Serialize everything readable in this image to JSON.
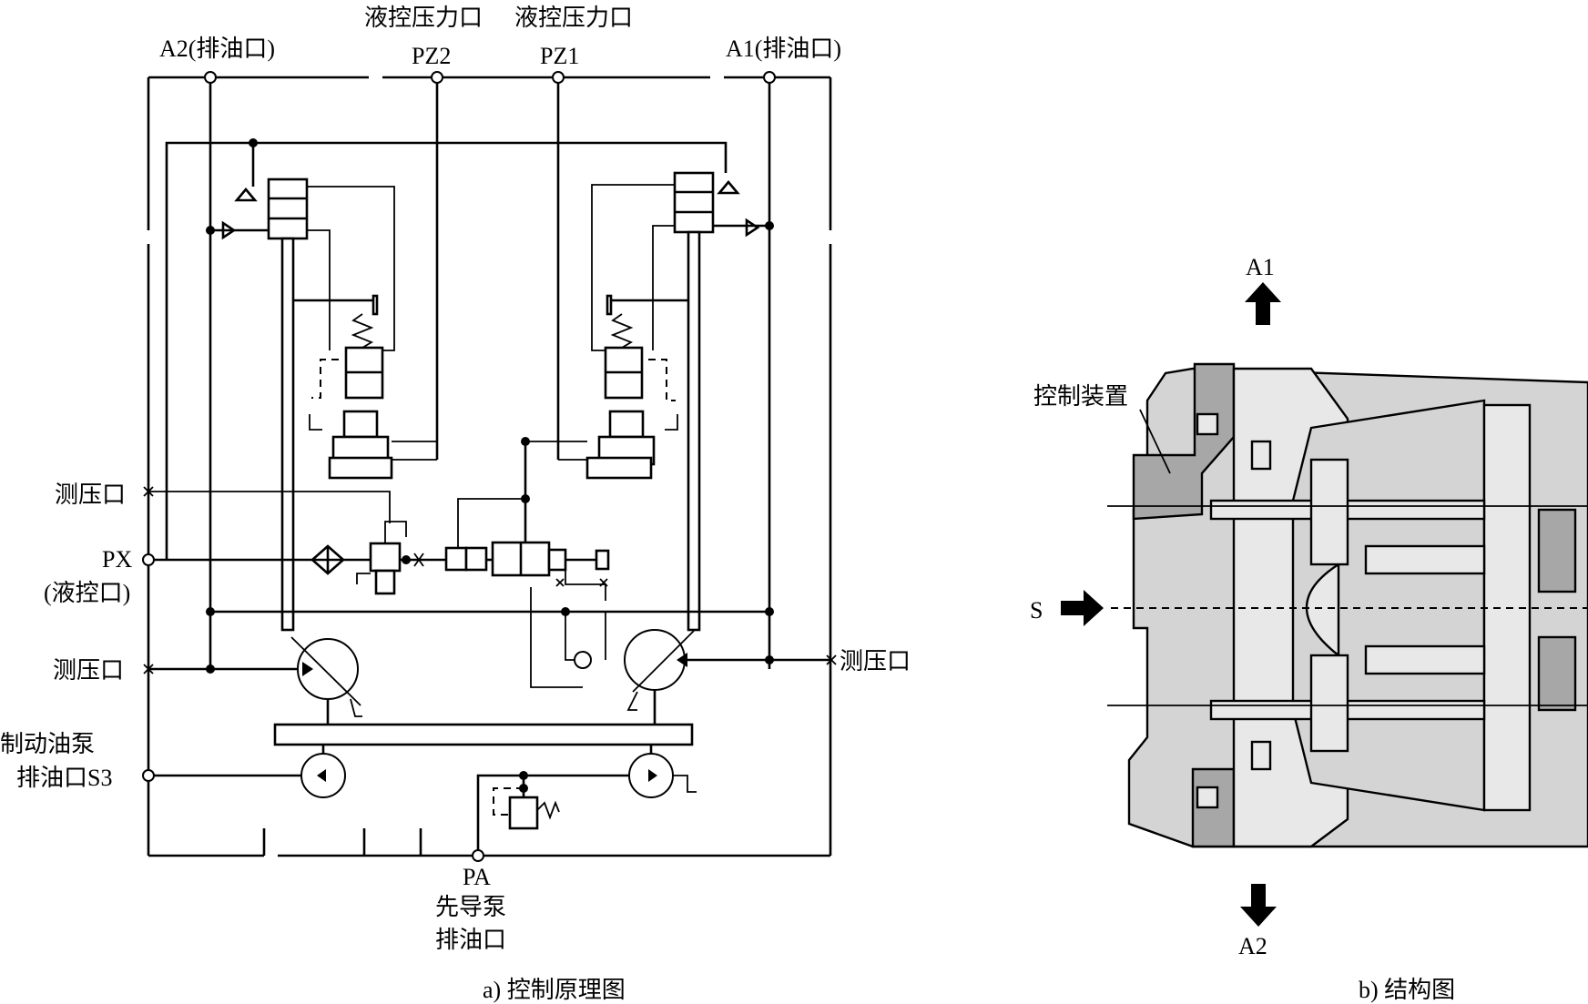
{
  "schematic": {
    "title_top_1": "液控压力口",
    "title_top_2": "液控压力口",
    "port_a2": "A2(排油口)",
    "port_pz2": "PZ2",
    "port_pz1": "PZ1",
    "port_a1": "A1(排油口)",
    "gauge_left_1": "测压口",
    "port_px": "PX",
    "port_px_desc": "(液控口)",
    "gauge_left_2": "测压口",
    "gauge_right": "测压口",
    "brake_pump_line1": "制动油泵",
    "brake_pump_line2": "排油口S3",
    "port_pa": "PA",
    "pilot_line1": "先导泵",
    "pilot_line2": "排油口",
    "caption": "a) 控制原理图"
  },
  "structure": {
    "label_a1": "A1",
    "label_a2": "A2",
    "label_s": "S",
    "label_control": "控制装置",
    "caption": "b) 结构图"
  }
}
